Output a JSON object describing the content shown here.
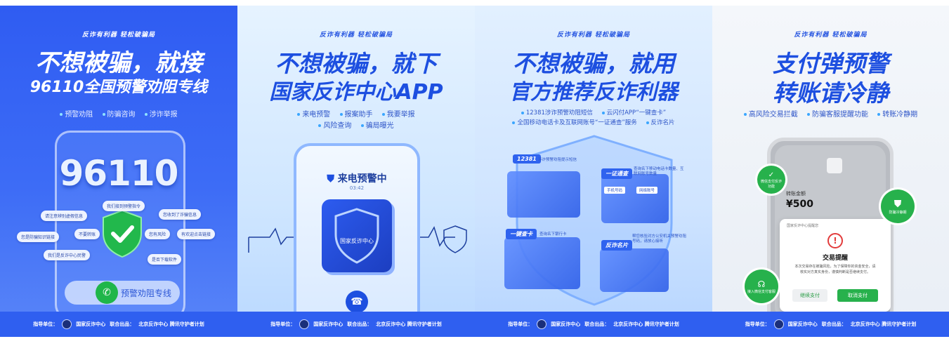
{
  "posters": [
    {
      "slogan": "反诈有利器 轻松破骗局",
      "headline1": "不想被骗，就接",
      "headline2": "96110全国预警劝阻专线",
      "features": [
        "预警劝阻",
        "防骗咨询",
        "涉诈举报"
      ],
      "big_number": "96110",
      "bubbles": [
        "请注意辨别虚假信息",
        "我们接到预警指令",
        "您收到了诈骗信息",
        "不要转账",
        "您有风险",
        "您是防骗知识链接",
        "有欢迎点击链接",
        "我们是反诈中心民警",
        "是否下载软件"
      ],
      "hotline_label": "预警劝阻专线",
      "footer": {
        "guide_label": "指导单位：",
        "guide_org": "国家反诈中心",
        "joint_label": "联合出品：",
        "joint_orgs": "北京反诈中心 腾讯守护者计划"
      }
    },
    {
      "slogan": "反诈有利器 轻松破骗局",
      "headline1": "不想被骗，就下",
      "headline2": "国家反诈中心APP",
      "features_row1": [
        "来电预警",
        "报案助手",
        "我要举报"
      ],
      "features_row2": [
        "风险查询",
        "骗局曝光"
      ],
      "call_header": "来电预警中",
      "call_time": "03:42",
      "app_card_text": "国家反诈中心",
      "footer": {
        "guide_label": "指导单位：",
        "guide_org": "国家反诈中心",
        "joint_label": "联合出品：",
        "joint_orgs": "北京反诈中心 腾讯守护者计划"
      }
    },
    {
      "slogan": "反诈有利器 轻松破骗局",
      "headline1": "不想被骗，就用",
      "headline2": "官方推荐反诈利器",
      "features_row1": [
        "12381涉诈预警劝阻短信",
        "云闪付APP“一键查卡”"
      ],
      "features_row2": [
        "全国移动电话卡及互联网账号“一证通查”服务",
        "反诈名片"
      ],
      "tags": {
        "t12381": "12381",
        "t12381_note": "涉诈预警劝阻提示短信",
        "yizheng": "一证通查",
        "yizheng_note": "查询名下移动电话卡数量、互联网账号数量",
        "phone_field": "手机号码",
        "net_field": "网络账号",
        "yijian": "一键查卡",
        "yijian_note": "查询名下银行卡",
        "mingpian": "反诈名片",
        "mingpian_note": "帮您核验对方公安机关预警劝阻号码，请放心接听"
      },
      "footer": {
        "guide_label": "指导单位：",
        "guide_org": "国家反诈中心",
        "joint_label": "联合出品：",
        "joint_orgs": "北京反诈中心 腾讯守护者计划"
      }
    },
    {
      "slogan": "反诈有利器 轻松破骗局",
      "headline1": "支付弹预警",
      "headline2": "转账请冷静",
      "features": [
        "高风险交易拦截",
        "防骗客服提醒功能",
        "转账冷静期"
      ],
      "amount_label": "转账金额",
      "amount": "¥500",
      "dialog": {
        "header": "国家反诈中心提醒您",
        "title": "交易提醒",
        "body": "本次交易存在被骗风险，为了保障你的资金安全，请核实对方真实身份，谨慎判断是否继续支付。",
        "continue": "继续支付",
        "cancel": "取消支付"
      },
      "badges": [
        "微信支付反诈功能",
        "防骗冷静期",
        "接入微信支付客服"
      ],
      "footer": {
        "guide_label": "指导单位：",
        "guide_org": "国家反诈中心",
        "joint_label": "联合出品：",
        "joint_orgs": "北京反诈中心 腾讯守护者计划"
      }
    }
  ],
  "colors": {
    "primary_blue": "#2f5ff0",
    "wechat_green": "#27b14c",
    "warning_red": "#e23b3b"
  }
}
